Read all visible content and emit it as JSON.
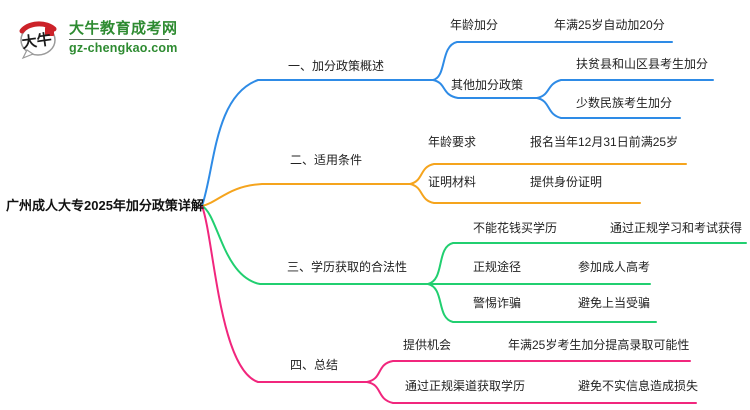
{
  "logo": {
    "bubble_text": "大牛",
    "brand": "大牛教育成考网",
    "domain": "gz-chengkao.com",
    "brand_color": "#2e8b31",
    "seal_color": "#cc2229"
  },
  "root": {
    "label": "广州成人大专2025年加分政策详解"
  },
  "branches": [
    {
      "label": "一、加分政策概述",
      "color": "#2e8be6",
      "children": [
        {
          "label": "年龄加分",
          "value": "年满25岁自动加20分"
        },
        {
          "label": "其他加分政策",
          "children": [
            {
              "label": "扶贫县和山区县考生加分"
            },
            {
              "label": "少数民族考生加分"
            }
          ]
        }
      ]
    },
    {
      "label": "二、适用条件",
      "color": "#f5a41d",
      "children": [
        {
          "label": "年龄要求",
          "value": "报名当年12月31日前满25岁"
        },
        {
          "label": "证明材料",
          "value": "提供身份证明"
        }
      ]
    },
    {
      "label": "三、学历获取的合法性",
      "color": "#21cf70",
      "children": [
        {
          "label": "不能花钱买学历",
          "value": "通过正规学习和考试获得"
        },
        {
          "label": "正规途径",
          "value": "参加成人高考"
        },
        {
          "label": "警惕诈骗",
          "value": "避免上当受骗"
        }
      ]
    },
    {
      "label": "四、总结",
      "color": "#f1267d",
      "children": [
        {
          "label": "提供机会",
          "value": "年满25岁考生加分提高录取可能性"
        },
        {
          "label": "通过正规渠道获取学历",
          "value": "避免不实信息造成损失"
        }
      ]
    }
  ]
}
